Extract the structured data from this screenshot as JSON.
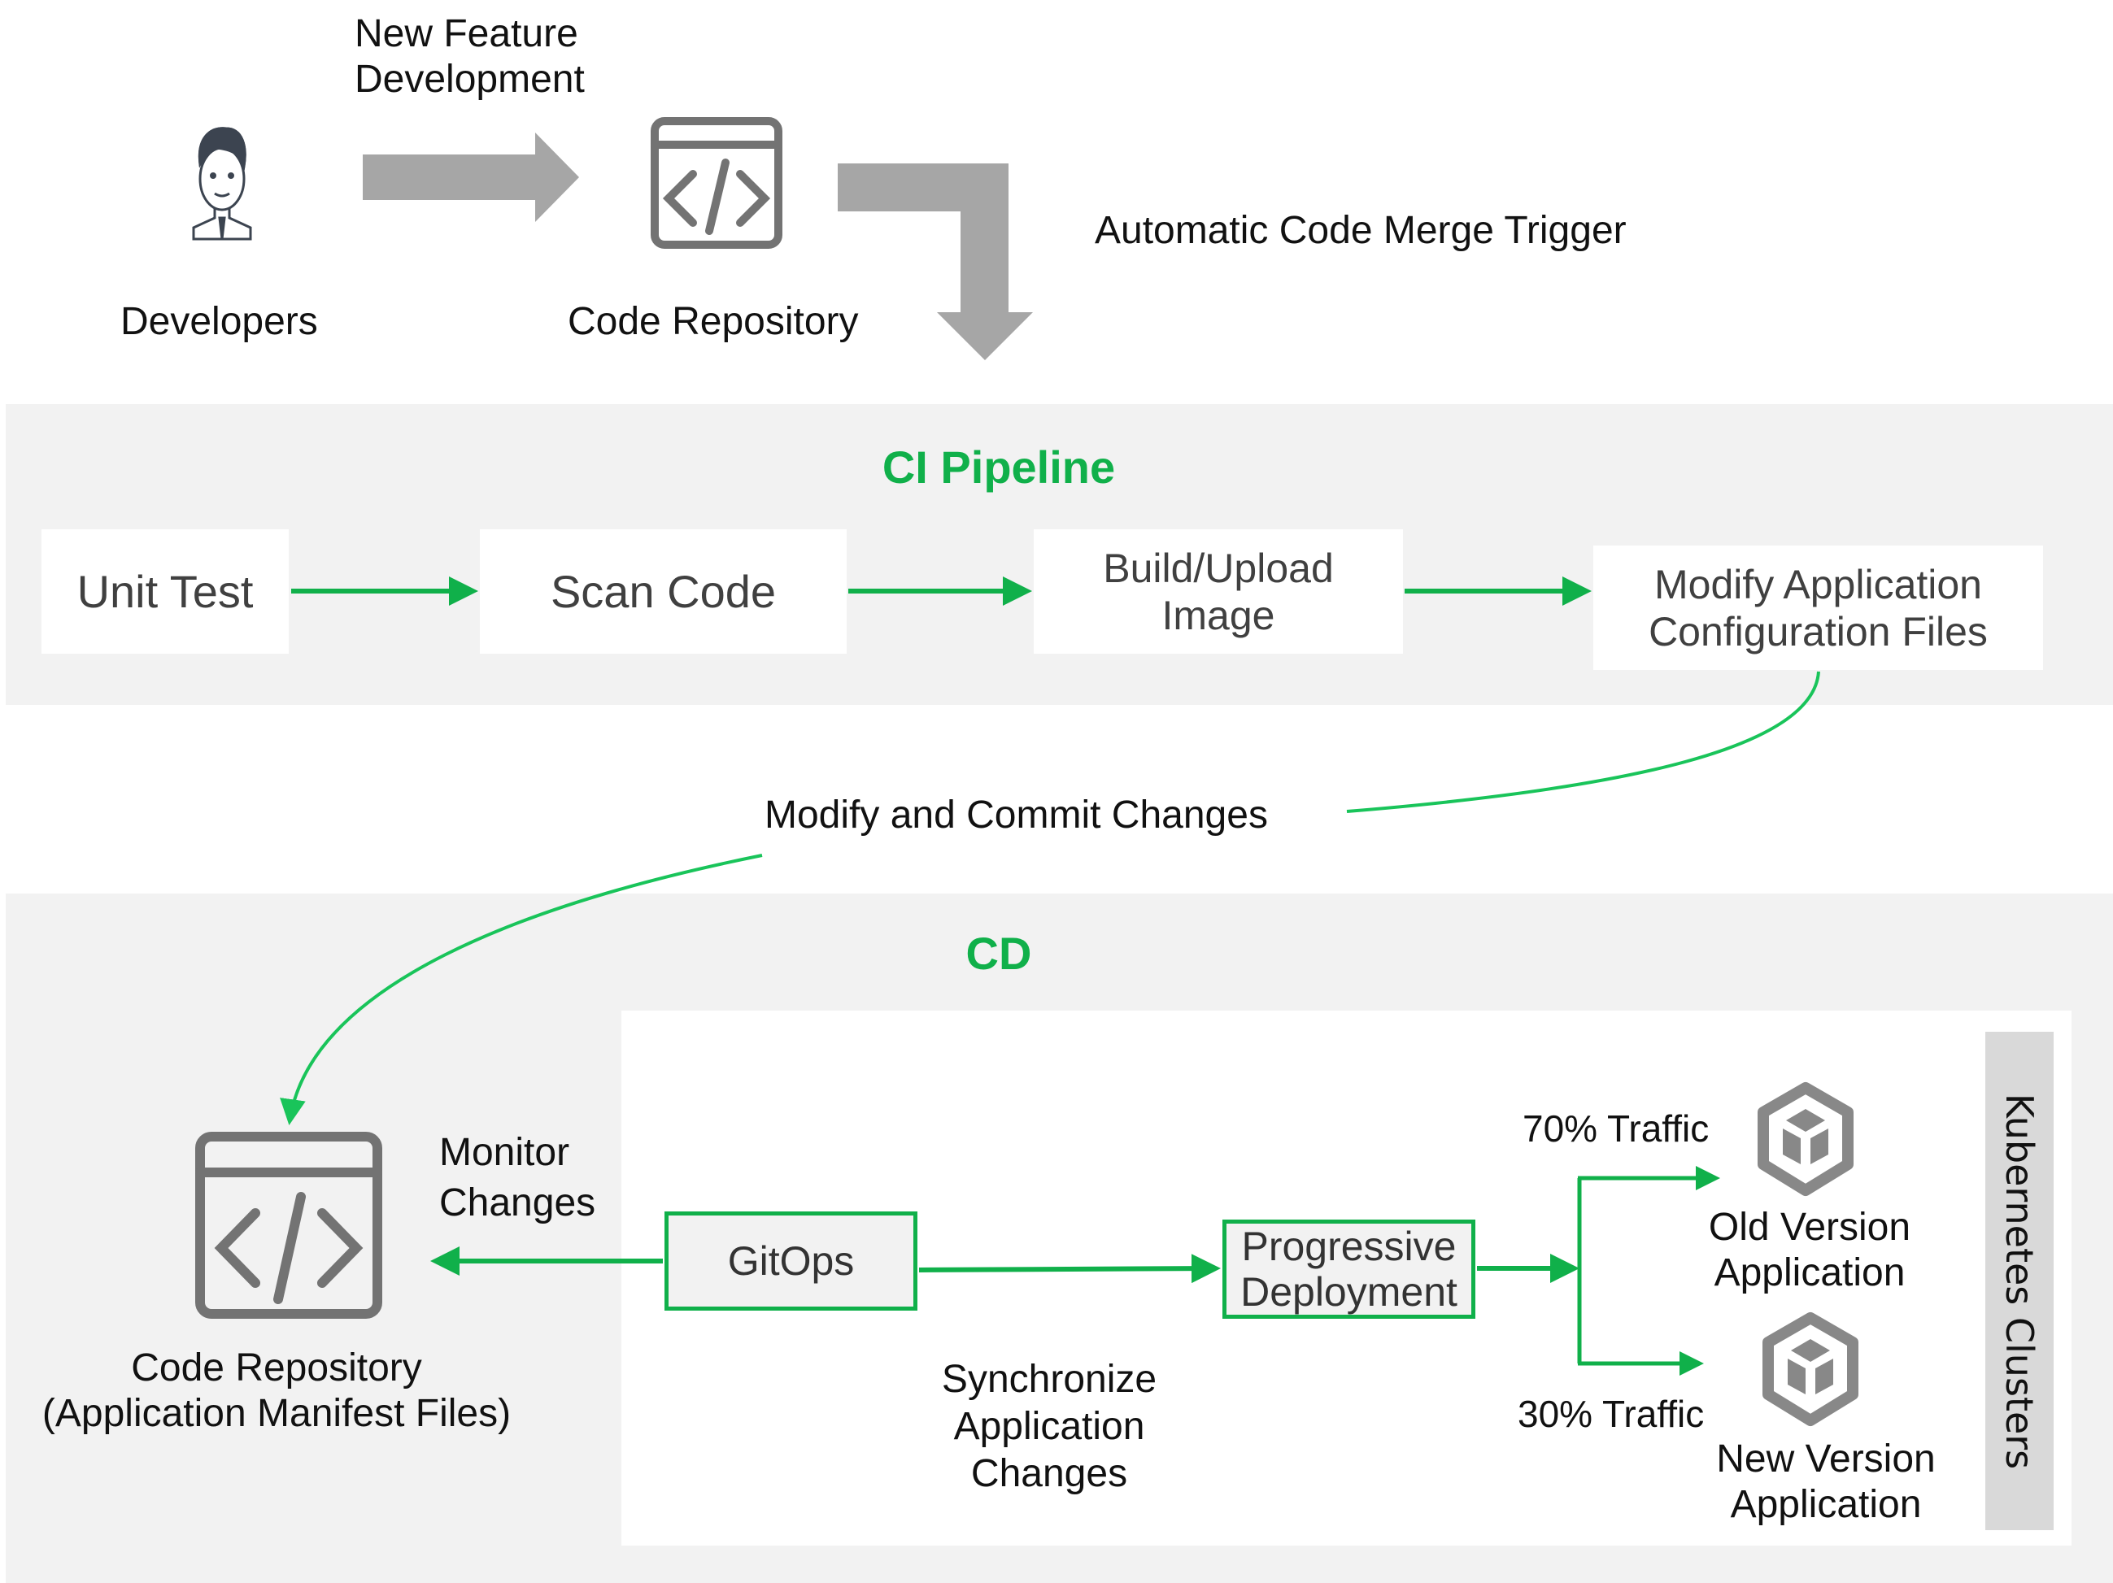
{
  "top": {
    "developers_label": "Developers",
    "new_feature_label_line1": "New Feature",
    "new_feature_label_line2": "Development",
    "code_repo_label": "Code Repository",
    "merge_trigger_label": "Automatic Code Merge Trigger"
  },
  "ci": {
    "title": "CI Pipeline",
    "steps": [
      {
        "line1": "Unit Test",
        "line2": ""
      },
      {
        "line1": "Scan Code",
        "line2": ""
      },
      {
        "line1": "Build/Upload",
        "line2": "Image"
      },
      {
        "line1": "Modify Application",
        "line2": "Configuration Files"
      }
    ]
  },
  "commit_label": "Modify and Commit Changes",
  "cd": {
    "title": "CD",
    "repo_label_line1": "Code Repository",
    "repo_label_line2": "(Application Manifest Files)",
    "monitor_line1": "Monitor",
    "monitor_line2": "Changes",
    "gitops_label": "GitOps",
    "sync_line1": "Synchronize",
    "sync_line2": "Application",
    "sync_line3": "Changes",
    "progressive_line1": "Progressive",
    "progressive_line2": "Deployment",
    "traffic_old": "70% Traffic",
    "traffic_new": "30% Traffic",
    "old_app_line1": "Old Version",
    "old_app_line2": "Application",
    "new_app_line1": "New Version",
    "new_app_line2": "Application",
    "cluster_label": "Kubernetes Clusters"
  },
  "colors": {
    "accent_green": "#10b04a",
    "panel_grey": "#f2f2f2",
    "arrow_grey": "#a6a6a6",
    "icon_grey": "#737373",
    "cluster_bar": "#d9d9d9"
  }
}
